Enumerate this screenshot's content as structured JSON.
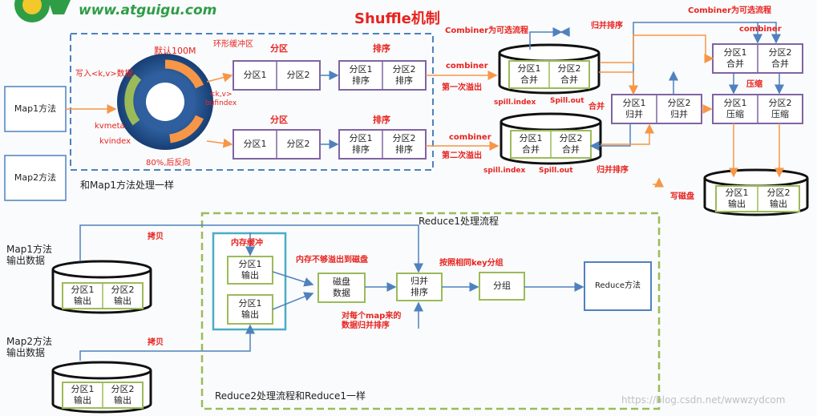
{
  "logo": {
    "url": "www.atguigu.com"
  },
  "title": "Shuffle机制",
  "map": {
    "map1": "Map1方法",
    "map2": "Map2方法",
    "map2_note": "和Map1方法处理一样",
    "write_kv": "写入<k,v>数据",
    "default_size": "默认100M",
    "ring_buffer": "环形缓冲区",
    "kv": "<k,v>",
    "bufindex": "bufindex",
    "kvmeta": "kvmeta",
    "kvindex": "kvindex",
    "reverse": "80%,后反向",
    "partition_label": "分区",
    "sort_label": "排序"
  },
  "cells": {
    "p1": "分区1",
    "p2": "分区2",
    "s1": "分区1\n排序",
    "s2": "分区2\n排序",
    "c1": "分区1\n合并",
    "c2": "分区2\n合并",
    "m1": "分区1\n归并",
    "m2": "分区2\n归并",
    "z1": "分区1\n压缩",
    "z2": "分区2\n压缩",
    "o1": "分区1\n输出",
    "o2": "分区2\n输出"
  },
  "spill": {
    "combiner_optional": "Combiner为可选流程",
    "combiner": "combiner",
    "first": "第一次溢出",
    "second": "第二次溢出",
    "index": "spill.index",
    "out": "Spill.out",
    "merge": "合并",
    "merge_sort": "归并排序",
    "compress": "压缩",
    "write_disk": "写磁盘"
  },
  "reduce": {
    "title": "Reduce1处理流程",
    "map1_output": "Map1方法\n输出数据",
    "map2_output": "Map2方法\n输出数据",
    "copy": "拷贝",
    "memory_buffer": "内存缓冲",
    "memory_spill": "内存不够溢出到磁盘",
    "group_by_key": "按照相同key分组",
    "merge_each_map": "对每个map来的\n数据归并排序",
    "disk_data": "磁盘\n数据",
    "merge_sort_box": "归并\n排序",
    "group": "分组",
    "reduce_method": "Reduce方法",
    "reduce2_note": "Reduce2处理流程和Reduce1一样"
  },
  "watermark": "https://blog.csdn.net/wwwzydcom",
  "colors": {
    "accent_red": "#e8231f",
    "blue": "#4f81bd",
    "orange": "#f79646",
    "green": "#9bbb59",
    "purple": "#8064a2"
  }
}
